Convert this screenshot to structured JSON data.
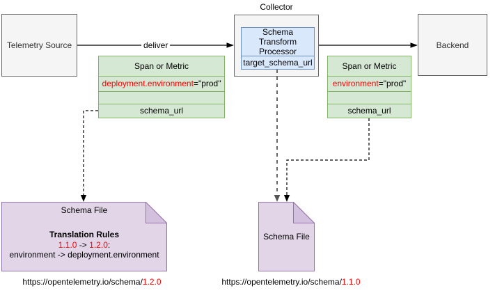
{
  "nodes": {
    "collector_label": "Collector",
    "telemetry_source": {
      "label": "Telemetry Source"
    },
    "backend": {
      "label": "Backend"
    },
    "processor": {
      "title": "Schema Transform Processor",
      "field": "target_schema_url"
    },
    "span_metric_left": {
      "title": "Span or Metric",
      "attribute_key": "deployment.environment",
      "attribute_value": "=\"prod\"",
      "schema_field": "schema_url"
    },
    "span_metric_right": {
      "title": "Span or Metric",
      "attribute_key": "environment",
      "attribute_value": "=\"prod\"",
      "schema_field": "schema_url"
    },
    "schema_file_left": {
      "title": "Schema File",
      "rules_heading": "Translation Rules",
      "rule_version_from": "1.1.0",
      "rule_arrow": "->",
      "rule_version_to": "1.2.0",
      "rule_colon": ":",
      "rule_mapping": "environment -> deployment.environment"
    },
    "schema_file_right": {
      "title": "Schema File"
    }
  },
  "edges": {
    "deliver_label": "deliver"
  },
  "urls": {
    "left": {
      "base": "https://opentelemetry.io/schema/",
      "version": "1.2.0"
    },
    "right": {
      "base": "https://opentelemetry.io/schema/",
      "version": "1.1.0"
    }
  },
  "colors": {
    "green_fill": "#d5e8d4",
    "green_stroke": "#82b366",
    "blue_fill": "#dae8fc",
    "blue_stroke": "#6c8ebf",
    "gray_fill": "#f5f5f5",
    "gray_stroke": "#666666",
    "purple_fill": "#e1d5e7",
    "purple_stroke": "#9673a6",
    "purple_fold_fill": "#d3c0de",
    "red_text": "#ff0000"
  }
}
